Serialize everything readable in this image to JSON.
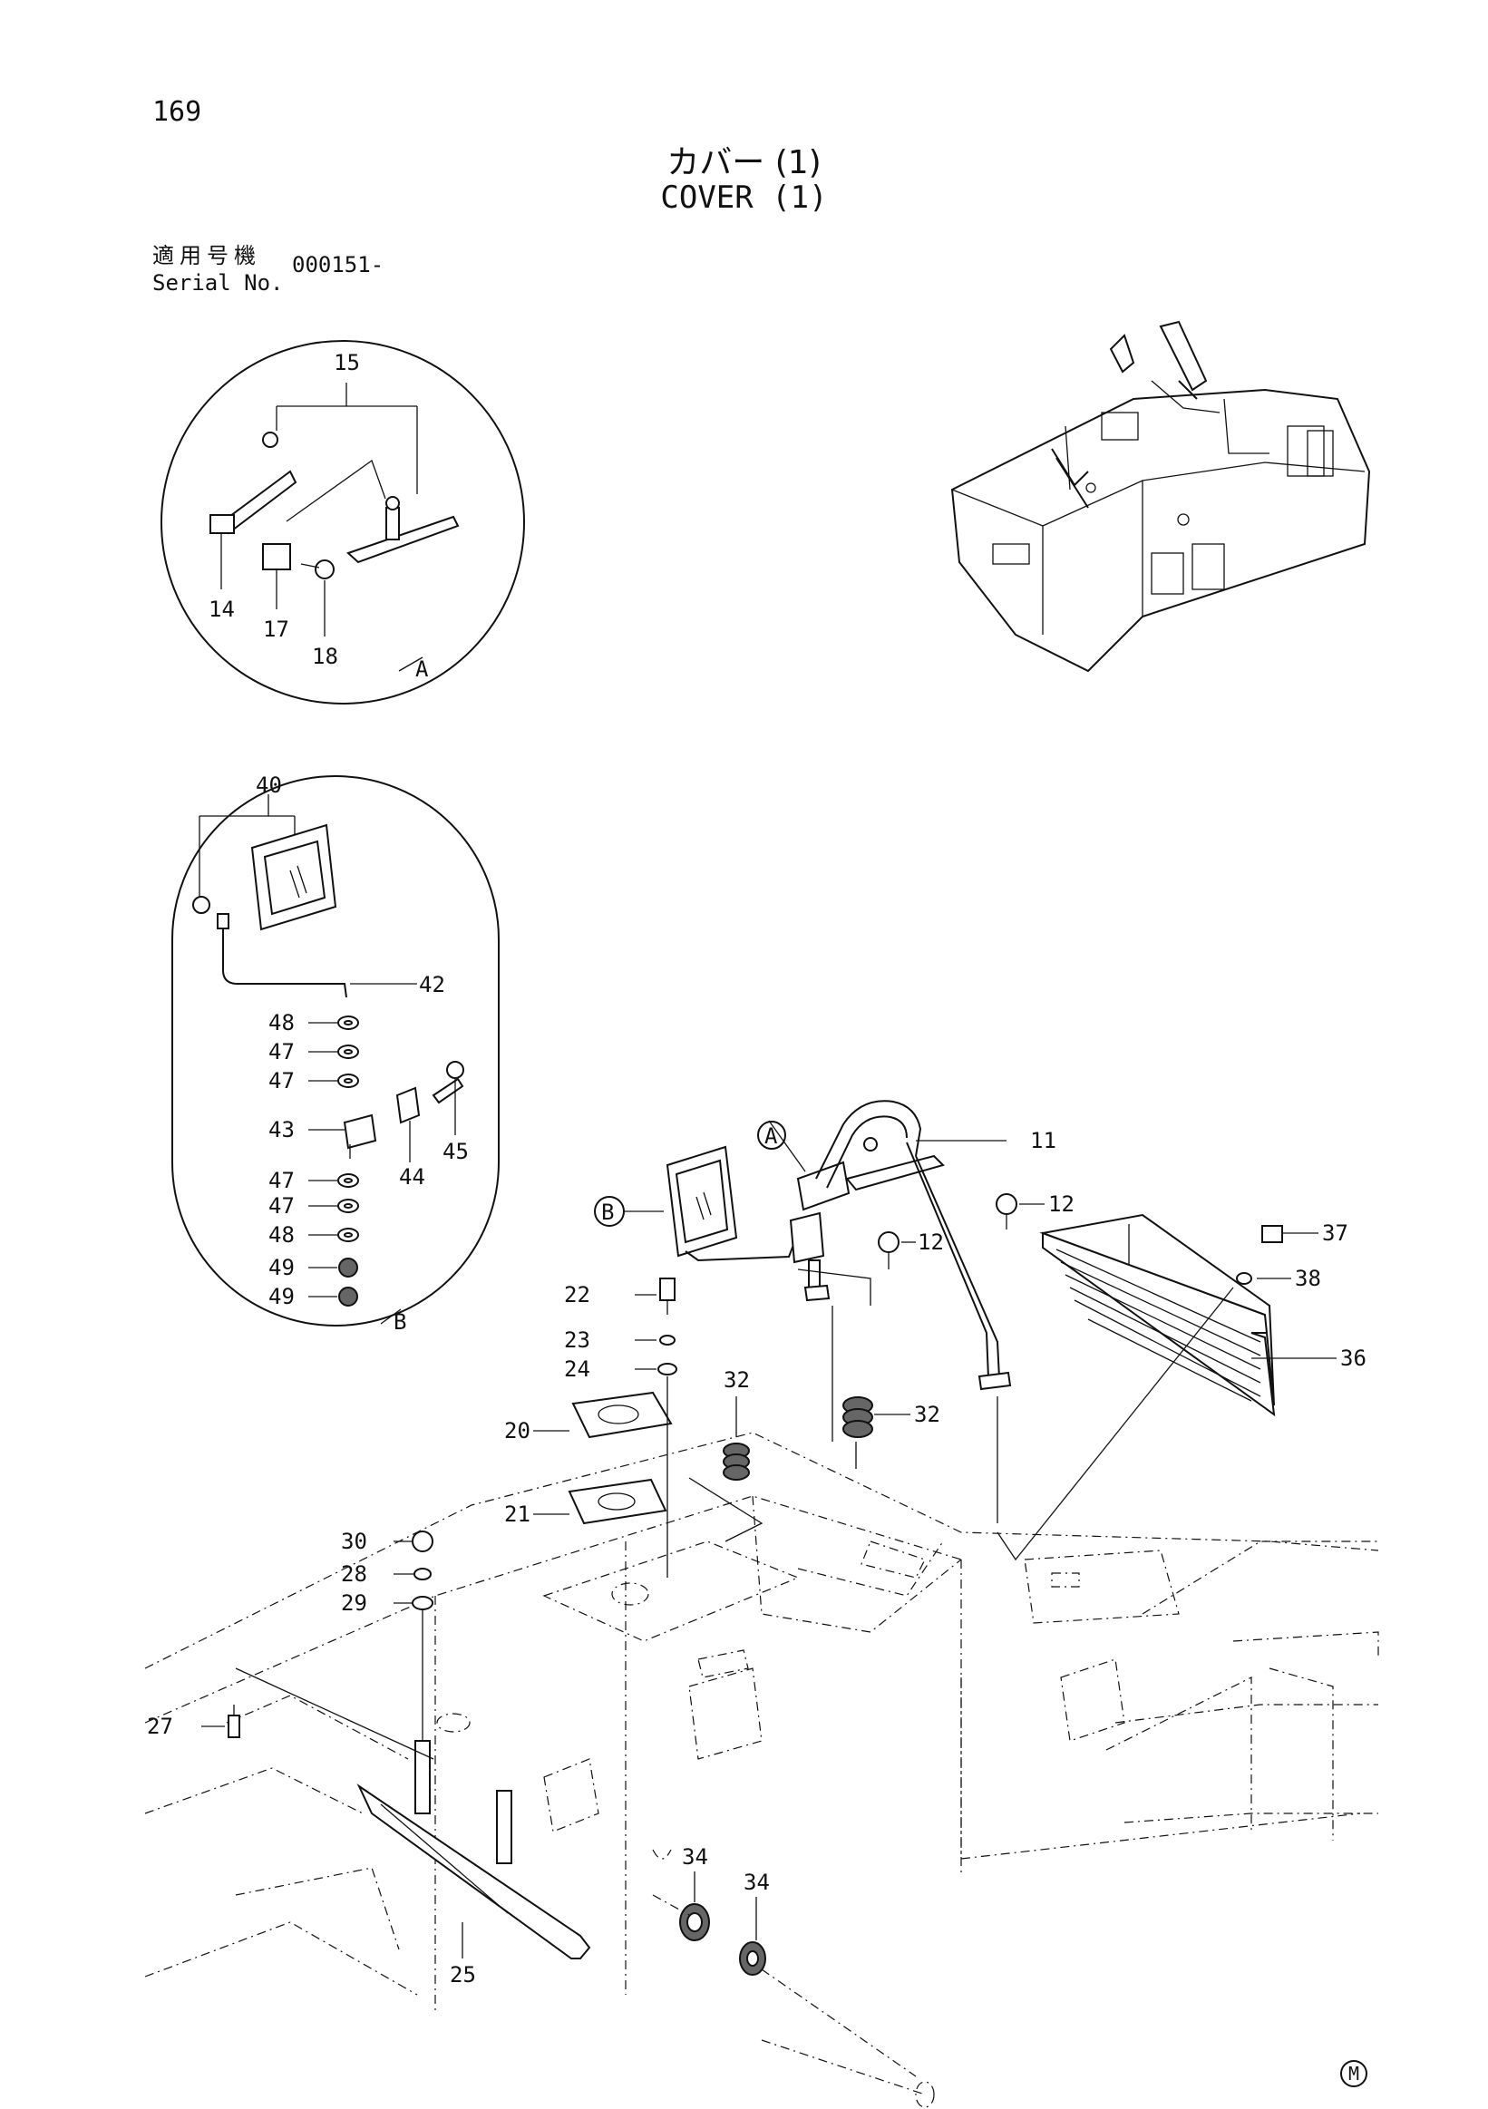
{
  "header": {
    "page_number": "169",
    "title_jp": "カバー (1)",
    "title_en": "COVER (1)",
    "serial_label_jp": "適用号機",
    "serial_label_en": "Serial No.",
    "serial_value": "000151-"
  },
  "detail_a": {
    "label": "A",
    "callouts": [
      "15",
      "14",
      "17",
      "18"
    ]
  },
  "detail_b": {
    "label": "B",
    "callouts": [
      "40",
      "42",
      "48",
      "47",
      "47",
      "45",
      "43",
      "44",
      "47",
      "47",
      "48",
      "49",
      "49"
    ]
  },
  "main_view": {
    "ref_a": "A",
    "ref_b": "B",
    "callouts": [
      "11",
      "12",
      "12",
      "37",
      "38",
      "36",
      "22",
      "23",
      "24",
      "32",
      "32",
      "20",
      "21",
      "30",
      "28",
      "29",
      "27",
      "25",
      "34",
      "34"
    ]
  },
  "footer_mark": "M"
}
